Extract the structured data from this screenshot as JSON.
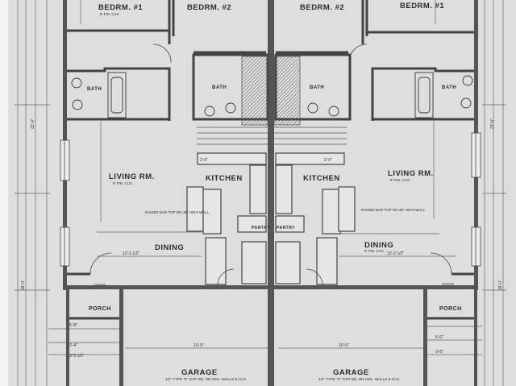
{
  "rooms": {
    "bedrm1_left": "BEDRM. #1",
    "bedrm2_left": "BEDRM. #2",
    "bedrm2_right": "BEDRM. #2",
    "bedrm1_right": "BEDRM. #1",
    "bath_left": "BATH",
    "bath_center_left": "BATH",
    "bath_center_right": "BATH",
    "bath_right": "BATH",
    "living_left": "LIVING RM.",
    "living_right": "LIVING RM.",
    "kitchen_left": "KITCHEN",
    "kitchen_right": "KITCHEN",
    "dining_left": "DINING",
    "dining_right": "DINING",
    "pantry_left": "PANTRY",
    "pantry_right": "PANTRY",
    "porch_left": "PORCH",
    "porch_right": "PORCH",
    "garage_left": "GARAGE",
    "garage_right": "GARAGE"
  },
  "notes": {
    "ceiling": "8' FIN. CLG.",
    "coat": "COATS",
    "raised_bar": "RAISED BAR TOP ON 48\" HIGH WALL",
    "garage_ceiling": "1/2\" TYPE \"X\" GYP. BD. ON CEIL. WALLS & CLG."
  },
  "dims": {
    "d1": "5'-8\"",
    "d2": "3'-4\"",
    "d3": "3'-0 1/2\"",
    "d4": "12'-2 1/2\"",
    "d5": "5'-0\"",
    "d6": "16'-0\"",
    "d7": "22'-0\"",
    "d8": "10'-9\"",
    "d9": "2'-0\"",
    "d10": "3'-0\""
  }
}
